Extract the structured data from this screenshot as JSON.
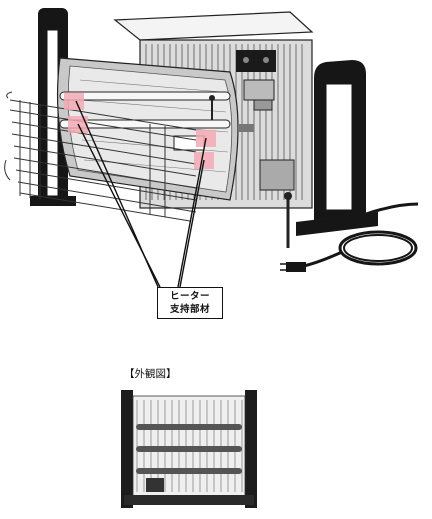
{
  "callout": {
    "line1": "ヒーター",
    "line2": "支持部材"
  },
  "caption": "【外観図】",
  "highlight_color": "#f3a9b4"
}
